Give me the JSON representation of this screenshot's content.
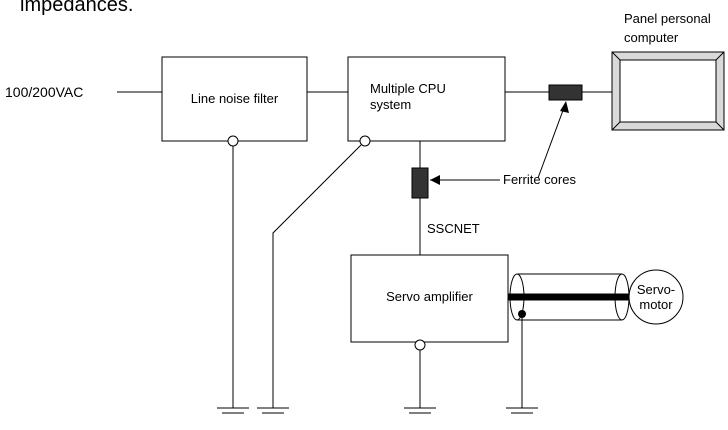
{
  "header_fragment": "impedances.",
  "supply_label": "100/200VAC",
  "blocks": {
    "line_noise_filter": "Line noise filter",
    "cpu_line1": "Multiple CPU",
    "cpu_line2": "system",
    "servo_amplifier": "Servo amplifier",
    "servo_motor_line1": "Servo-",
    "servo_motor_line2": "motor"
  },
  "labels": {
    "panel_pc_line1": "Panel personal",
    "panel_pc_line2": "computer",
    "ferrite_cores": "Ferrite cores",
    "sscnet": "SSCNET"
  }
}
